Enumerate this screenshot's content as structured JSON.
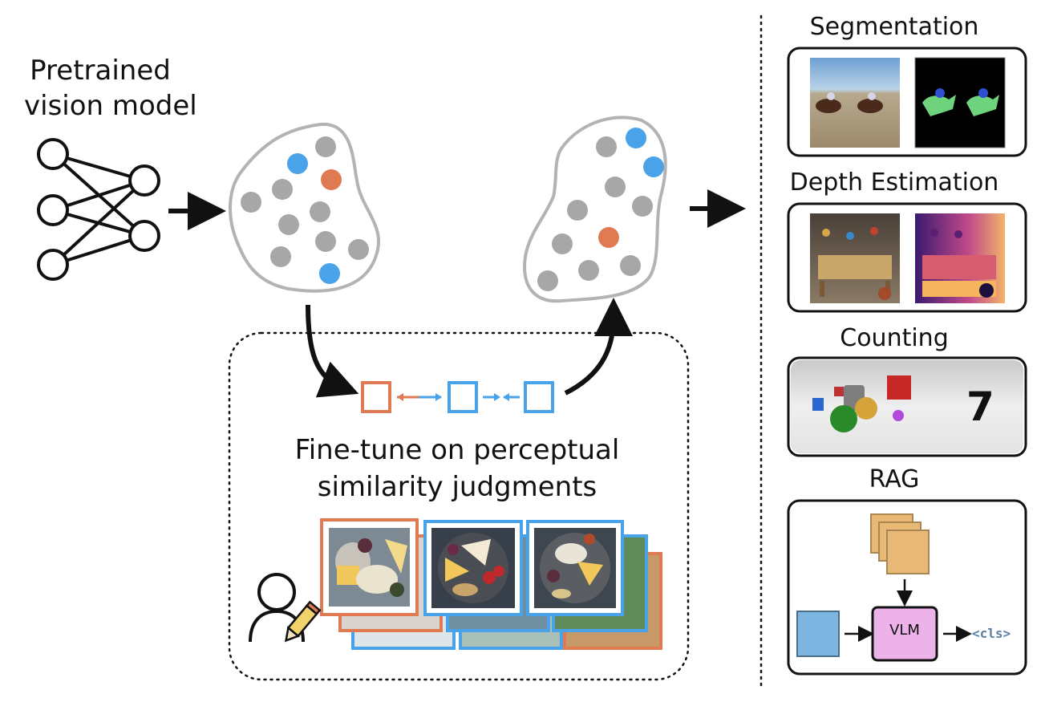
{
  "left_title": {
    "line1": "Pretrained",
    "line2": "vision model"
  },
  "finetune_label": {
    "line1": "Fine-tune on perceptual",
    "line2": "similarity judgments"
  },
  "tasks": {
    "segmentation": "Segmentation",
    "depth": "Depth Estimation",
    "counting": "Counting",
    "counting_value": "7",
    "rag": "RAG",
    "vlm": "VLM",
    "cls_token": "<cls>"
  },
  "colors": {
    "orange": "#e07a52",
    "blue": "#4aa3e8",
    "gray": "#a7a7a7",
    "blob_outline": "#b3b3b3",
    "rag_doc": "#e8b877",
    "rag_query": "#7db6e0",
    "vlm_fill": "#eeb2ea"
  },
  "icons": [
    "neural-network-icon",
    "person-with-pencil-icon"
  ]
}
